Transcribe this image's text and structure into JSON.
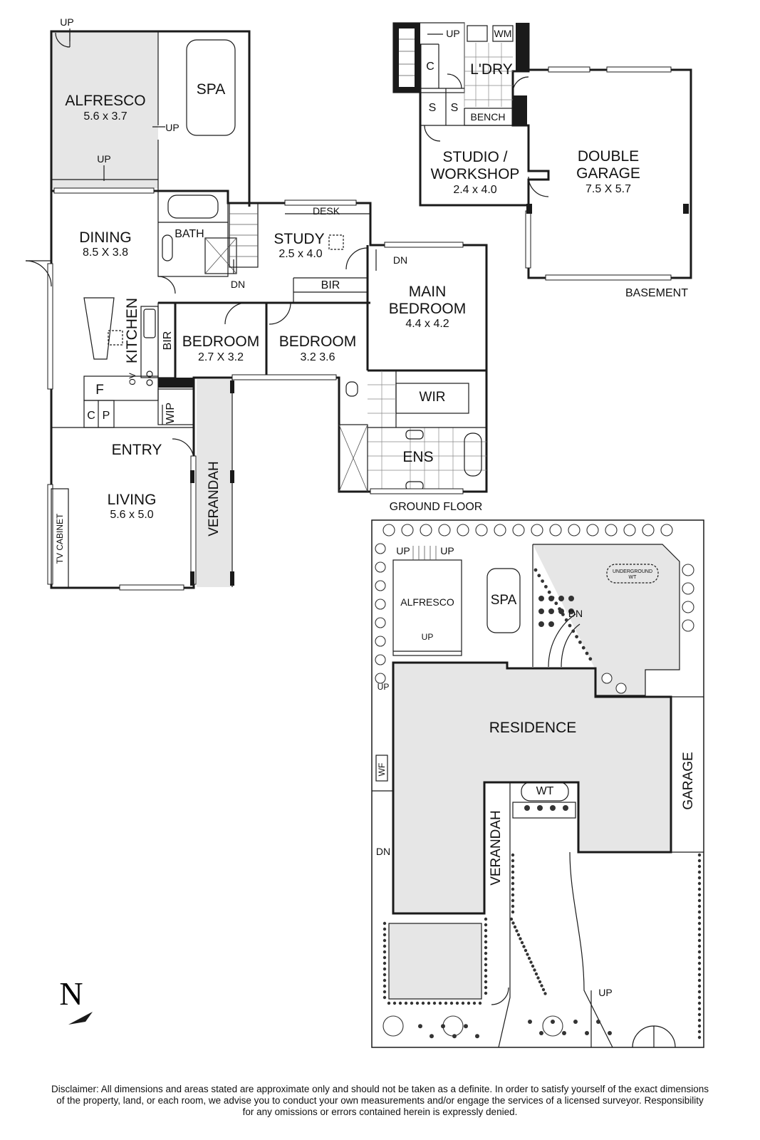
{
  "basement": {
    "label": "BASEMENT",
    "rooms": {
      "laundry": "L'DRY",
      "wm": "WM",
      "bench": "BENCH",
      "cupboard": "C",
      "store1": "S",
      "store2": "S",
      "up": "UP",
      "studio_name1": "STUDIO /",
      "studio_name2": "WORKSHOP",
      "studio_dims": "2.4 x 4.0",
      "garage_name1": "DOUBLE",
      "garage_name2": "GARAGE",
      "garage_dims": "7.5 X 5.7"
    }
  },
  "ground_floor": {
    "label": "GROUND FLOOR",
    "rooms": {
      "alfresco_name": "ALFRESCO",
      "alfresco_dims": "5.6 x 3.7",
      "spa": "SPA",
      "dining_name": "DINING",
      "dining_dims": "8.5 X 3.8",
      "bath": "BATH",
      "study_name": "STUDY",
      "study_dims": "2.5 x 4.0",
      "desk": "DESK",
      "kitchen": "KITCHEN",
      "bir1": "BIR",
      "bir2": "BIR",
      "bed1_name": "BEDROOM",
      "bed1_dims": "2.7 X 3.2",
      "bed2_name": "BEDROOM",
      "bed2_dims": "3.2 3.6",
      "main_name1": "MAIN",
      "main_name2": "BEDROOM",
      "main_dims": "4.4 x 4.2",
      "wir": "WIR",
      "ens": "ENS",
      "f": "F",
      "c": "C",
      "p": "P",
      "ov": "OV",
      "wip": "WIP",
      "entry": "ENTRY",
      "living_name": "LIVING",
      "living_dims": "5.6 x 5.0",
      "tv": "TV CABINET",
      "verandah": "VERANDAH",
      "up1": "UP",
      "up2": "UP",
      "up3": "UP",
      "dn1": "DN",
      "dn2": "DN"
    }
  },
  "site": {
    "up1": "UP",
    "up2": "UP",
    "up3": "UP",
    "up4": "UP",
    "dn1": "DN",
    "dn2": "DN",
    "alfresco": "ALFRESCO",
    "spa": "SPA",
    "underground_wt1": "UNDERGROUND",
    "underground_wt2": "WT",
    "residence": "RESIDENCE",
    "garage": "GARAGE",
    "verandah": "VERANDAH",
    "wt": "WT",
    "wf": "WF"
  },
  "north": "N",
  "disclaimer": [
    "Disclaimer: All dimensions and areas stated are approximate only and should not be taken as a definite. In order to satisfy yourself of the exact dimensions",
    "of the property, land, or each room, we advise you to conduct your own measurements and/or engage the services of a licensed surveyor. Responsibility",
    "for any omissions or errors contained herein is expressly denied."
  ],
  "colors": {
    "wall": "#1a1a1a",
    "fill": "#e6e6e6",
    "background": "#ffffff"
  }
}
